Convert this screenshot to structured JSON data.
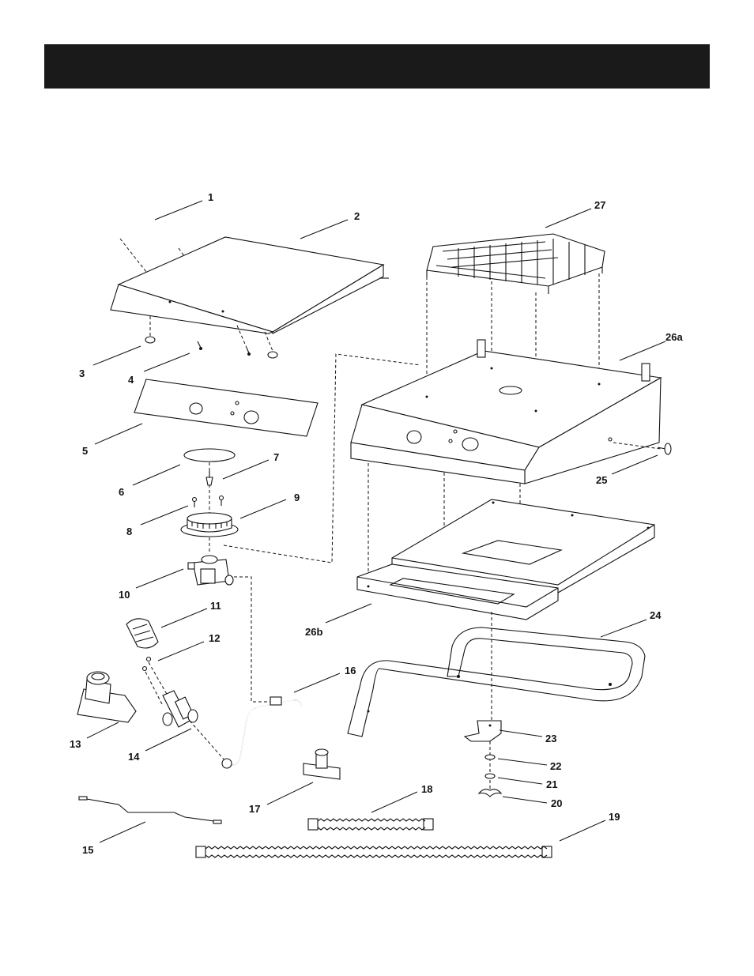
{
  "header": {
    "title": ""
  },
  "parts": {
    "p1": "1",
    "p2": "2",
    "p3": "3",
    "p4": "4",
    "p5": "5",
    "p6": "6",
    "p7": "7",
    "p8": "8",
    "p9": "9",
    "p10": "10",
    "p11": "11",
    "p12": "12",
    "p13": "13",
    "p14": "14",
    "p15": "15",
    "p16": "16",
    "p17": "17",
    "p18": "18",
    "p19": "19",
    "p20": "20",
    "p21": "21",
    "p22": "22",
    "p23": "23",
    "p24": "24",
    "p25": "25",
    "p26a": "26a",
    "p26b": "26b",
    "p27": "27"
  }
}
